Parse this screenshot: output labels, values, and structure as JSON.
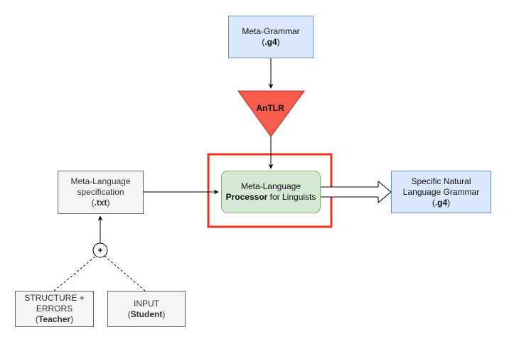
{
  "meta_grammar": {
    "line1": "Meta-Grammar",
    "ext_open": "(",
    "ext": ".g4",
    "ext_close": ")"
  },
  "antlr": {
    "label": "AnTLR",
    "fill": "#f65d4f"
  },
  "meta_language_spec": {
    "line1": "Meta-Language",
    "line2": "specification",
    "ext_open": "(",
    "ext": ".txt",
    "ext_close": ")"
  },
  "processor": {
    "line1": "Meta-Language",
    "bold": "Processor",
    "rest": " for Linguists"
  },
  "specific_grammar": {
    "line1": "Specific Natural",
    "line2": "Language Grammar",
    "ext_open": "(",
    "ext": ".g4",
    "ext_close": ")"
  },
  "plus": {
    "symbol": "+"
  },
  "structure_errors": {
    "line1": "STRUCTURE +",
    "line2": "ERRORS",
    "open": "(",
    "role": "Teacher",
    "close": ")"
  },
  "input": {
    "line1": "INPUT",
    "open": "(",
    "role": "Student",
    "close": ")"
  },
  "colors": {
    "highlight": "#ee3322",
    "blue_fill": "#dae8fc",
    "green_fill": "#d5e8d4",
    "grey_fill": "#f5f5f5"
  }
}
